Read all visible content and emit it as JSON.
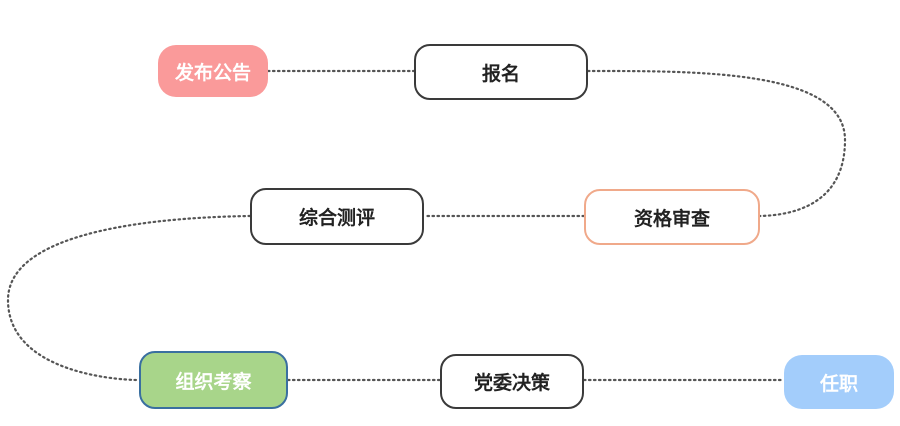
{
  "flow": {
    "steps": [
      {
        "id": "announce",
        "label": "发布公告",
        "fill": "#fa9a9a",
        "border": "none",
        "text_color": "#ffffff"
      },
      {
        "id": "signup",
        "label": "报名",
        "fill": "#ffffff",
        "border": "#3a3a3a",
        "text_color": "#222222"
      },
      {
        "id": "review",
        "label": "资格审查",
        "fill": "#ffffff",
        "border": "#f0a98a",
        "text_color": "#222222"
      },
      {
        "id": "eval",
        "label": "综合测评",
        "fill": "#ffffff",
        "border": "#3a3a3a",
        "text_color": "#222222"
      },
      {
        "id": "inspect",
        "label": "组织考察",
        "fill": "#a8d58a",
        "border": "#3a6fa0",
        "text_color": "#ffffff"
      },
      {
        "id": "decision",
        "label": "党委决策",
        "fill": "#ffffff",
        "border": "#3a3a3a",
        "text_color": "#222222"
      },
      {
        "id": "appoint",
        "label": "任职",
        "fill": "#a3cdfb",
        "border": "none",
        "text_color": "#ffffff"
      }
    ]
  }
}
